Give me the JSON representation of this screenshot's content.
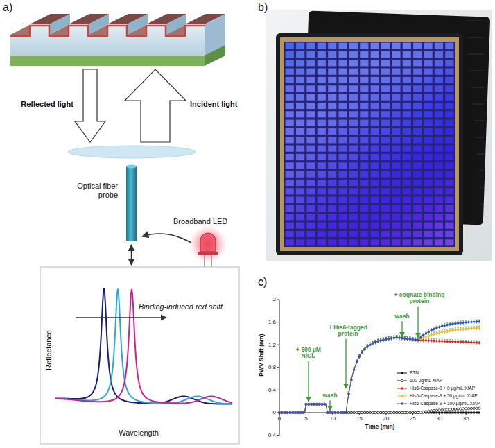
{
  "diagram": {
    "labels": [
      "a)",
      "b)",
      "c)",
      "Reflected light",
      "Incident light",
      "Optical fiber probe",
      "Broadband LED",
      "Binding-induced red shift",
      "Reflectance",
      "Wavelength",
      "2",
      "1.6",
      "1.2",
      "0.8",
      "0.4",
      "0",
      "-0.4",
      "0",
      "5",
      "10",
      "15",
      "20",
      "25",
      "30",
      "35",
      "PWV Shift (nm)",
      "Time (min)",
      "+ 500 µM NiCl₂",
      "wash",
      "+ His6-tagged protein",
      "wash",
      "+ cognate binding protein"
    ],
    "legend": [
      {
        "text": "BTN"
      },
      {
        "text": "100 µg/mL XIAP"
      },
      {
        "text": "His6-Caspase-9 + 0 µg/mL XIAP"
      },
      {
        "text": "His6-Caspase-9 + 50 µg/mL XIAP"
      },
      {
        "text": "His6-Caspase-9 + 100 µg/mL XIAP"
      }
    ]
  }
}
